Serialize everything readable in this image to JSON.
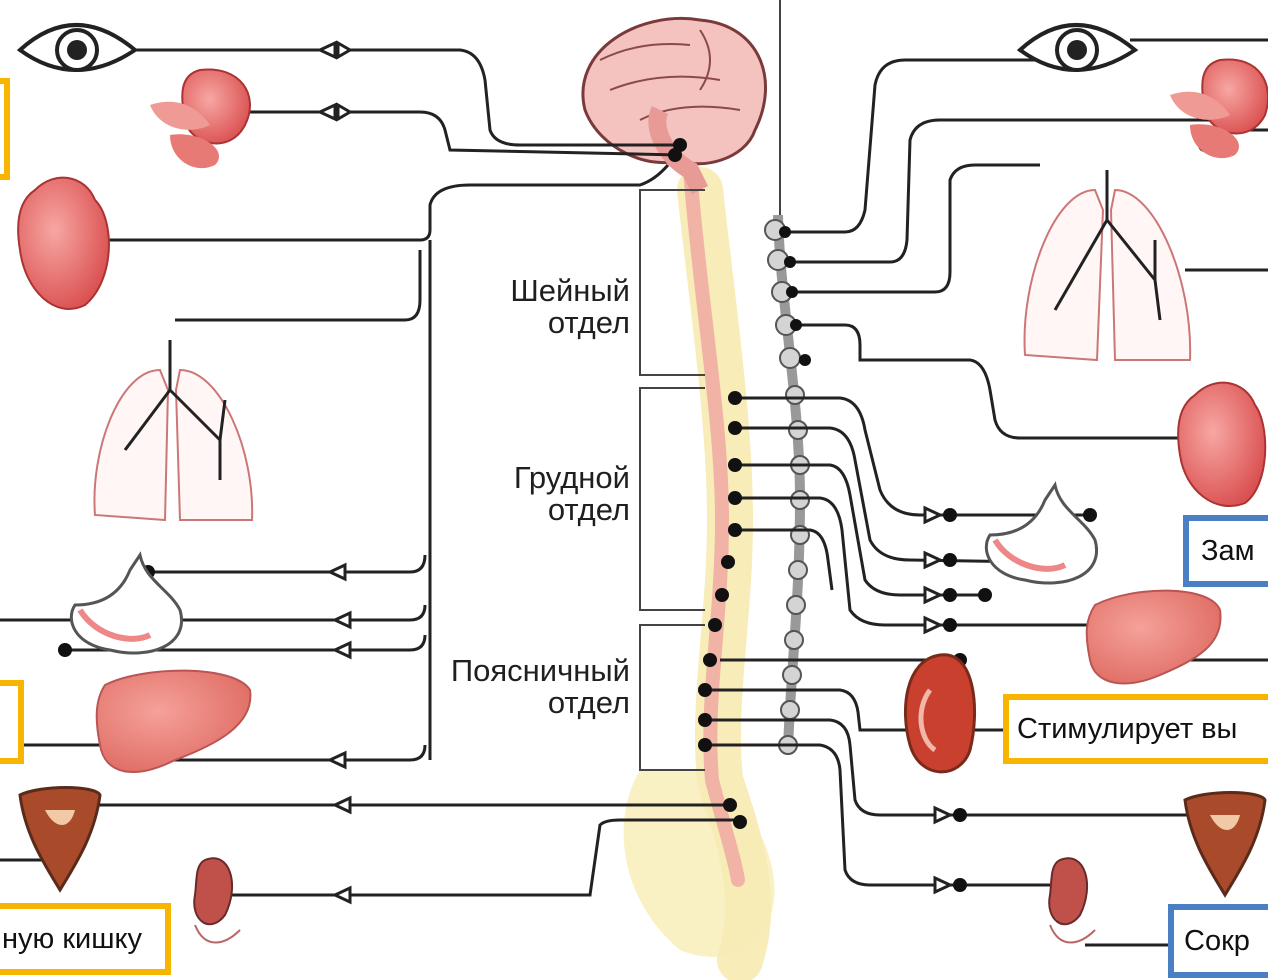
{
  "spine_sections": [
    {
      "line1": "Шейный",
      "line2": "отдел"
    },
    {
      "line1": "Грудной",
      "line2": "отдел"
    },
    {
      "line1": "Поясничный",
      "line2": "отдел"
    }
  ],
  "label_boxes": [
    {
      "text": "",
      "border": "#f7b500"
    },
    {
      "text": "",
      "border": "#f7b500"
    },
    {
      "text": "ную кишку",
      "border": "#f7b500"
    },
    {
      "text": "Стимулирует вы",
      "border": "#f7b500"
    },
    {
      "text": "Зам",
      "border": "#4a7fc4"
    },
    {
      "text": "Сокр",
      "border": "#4a7fc4"
    }
  ],
  "organ_icons": {
    "left": [
      "eye-icon",
      "salivary-gland-icon",
      "heart-icon",
      "lungs-icon",
      "stomach-icon",
      "liver-icon",
      "bladder-icon",
      "genitals-icon"
    ],
    "right": [
      "eye-icon",
      "salivary-gland-icon",
      "lungs-icon",
      "heart-icon",
      "stomach-icon",
      "liver-icon",
      "kidney-icon",
      "bladder-icon",
      "genitals-icon"
    ]
  },
  "colors": {
    "brain": "#f3b2b0",
    "spinal_cord": "#f2b9a6",
    "organ": "#e86a6a",
    "ganglion_chain": "#c9c9c9",
    "box_yellow": "#f7b500",
    "box_blue": "#4a7fc4"
  }
}
